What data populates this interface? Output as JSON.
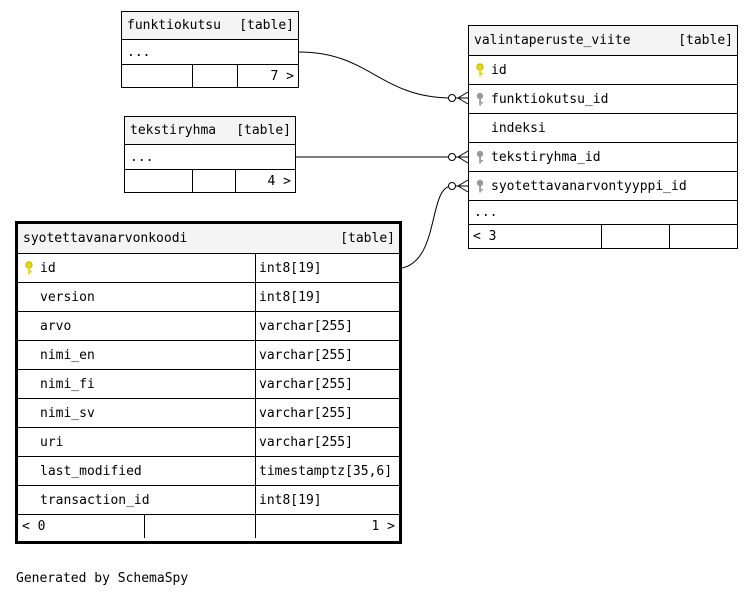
{
  "tables": {
    "funktiokutsu": {
      "name": "funktiokutsu",
      "tag": "[table]",
      "ellipsis": "...",
      "children": "7 >"
    },
    "tekstiryhma": {
      "name": "tekstiryhma",
      "tag": "[table]",
      "ellipsis": "...",
      "children": "4 >"
    },
    "valintaperuste_viite": {
      "name": "valintaperuste_viite",
      "tag": "[table]",
      "columns": [
        {
          "name": "id",
          "key": "primary"
        },
        {
          "name": "funktiokutsu_id",
          "key": "foreign"
        },
        {
          "name": "indeksi",
          "key": "none"
        },
        {
          "name": "tekstiryhma_id",
          "key": "foreign"
        },
        {
          "name": "syotettavanarvontyyppi_id",
          "key": "foreign"
        }
      ],
      "ellipsis": "...",
      "parents": "< 3"
    },
    "syotettavanarvonkoodi": {
      "name": "syotettavanarvonkoodi",
      "tag": "[table]",
      "columns": [
        {
          "name": "id",
          "type": "int8[19]",
          "key": "primary"
        },
        {
          "name": "version",
          "type": "int8[19]",
          "key": "none"
        },
        {
          "name": "arvo",
          "type": "varchar[255]",
          "key": "none"
        },
        {
          "name": "nimi_en",
          "type": "varchar[255]",
          "key": "none"
        },
        {
          "name": "nimi_fi",
          "type": "varchar[255]",
          "key": "none"
        },
        {
          "name": "nimi_sv",
          "type": "varchar[255]",
          "key": "none"
        },
        {
          "name": "uri",
          "type": "varchar[255]",
          "key": "none"
        },
        {
          "name": "last_modified",
          "type": "timestamptz[35,6]",
          "key": "none"
        },
        {
          "name": "transaction_id",
          "type": "int8[19]",
          "key": "none"
        }
      ],
      "parents": "< 0",
      "children": "1 >"
    }
  },
  "footer": "Generated by SchemaSpy",
  "colors": {
    "primary_key": "#e8d800",
    "foreign_key": "#9a9a9a",
    "header_bg": "#f4f4f4"
  }
}
